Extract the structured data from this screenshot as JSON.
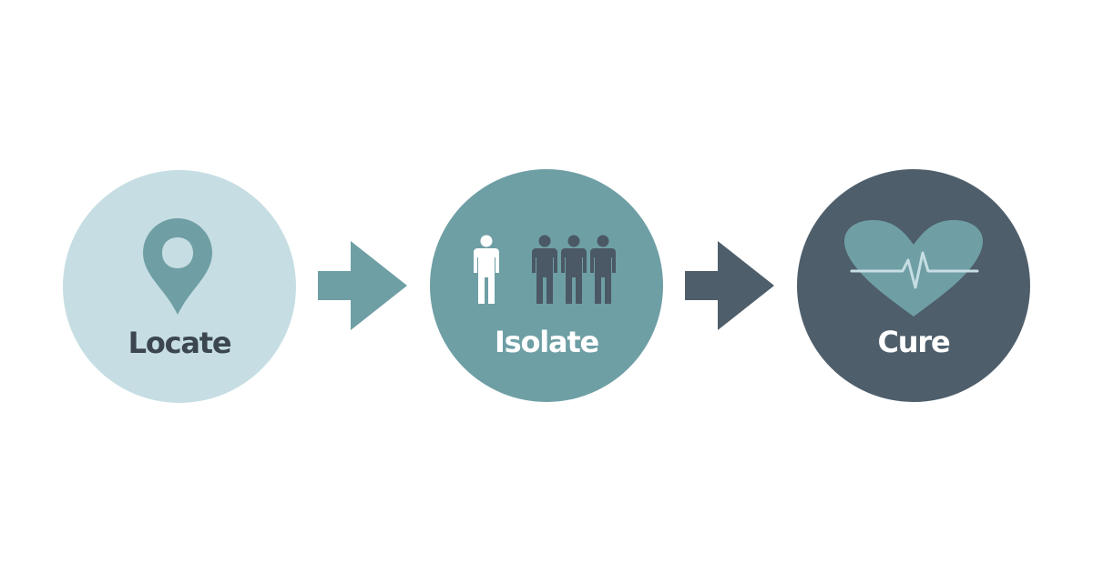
{
  "colors": {
    "locate_fill": "#c6dee3",
    "locate_text": "#3b464e",
    "locate_icon": "#6f9fa5",
    "isolate_fill": "#6e9fa5",
    "isolate_text": "#ffffff",
    "isolate_highlight_person": "#ffffff",
    "isolate_people": "#4b5865",
    "cure_fill": "#4e5e6b",
    "cure_text": "#ffffff",
    "cure_heart": "#6f9fa5",
    "cure_pulse": "#c6dee3",
    "arrow_1": "#6e9fa5",
    "arrow_2": "#4e5e6b"
  },
  "steps": [
    {
      "label": "Locate",
      "icon": "map-pin-icon"
    },
    {
      "label": "Isolate",
      "icon": "people-icon"
    },
    {
      "label": "Cure",
      "icon": "heart-pulse-icon"
    }
  ]
}
